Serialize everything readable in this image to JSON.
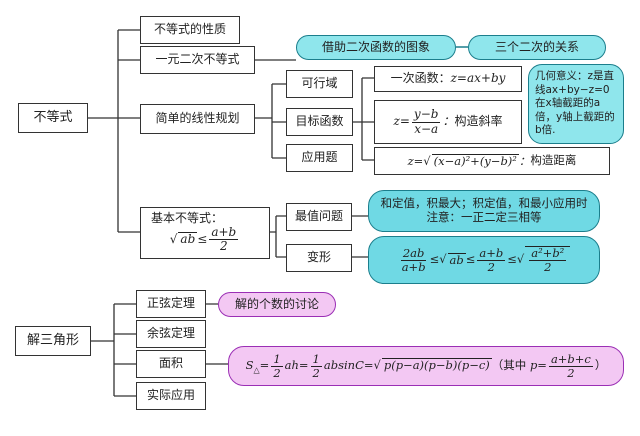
{
  "root_inequality": "不等式",
  "root_triangle": "解三角形",
  "ineq": {
    "properties": "不等式的性质",
    "quadratic": "一元二次不等式",
    "quad_note1": "借助二次函数的图象",
    "quad_note2": "三个二次的关系",
    "linear": "简单的线性规划",
    "feasible": "可行域",
    "objective": "目标函数",
    "application": "应用题",
    "linear_func_label": "一次函数：",
    "linear_func_expr": "z=ax+by",
    "geo_note": "几何意义：z是直线ax+by−z=0在x轴截距的a倍，y轴上截距的b倍.",
    "slope_num": "y−b",
    "slope_den": "x−a",
    "slope_label": "构造斜率",
    "dist_expr": "z=√((x−a)²+(y−b)²)",
    "dist_label": "构造距离",
    "basic_title": "基本不等式：",
    "basic_formula": "√ab ≤ (a+b)/2",
    "extreme": "最值问题",
    "extreme_note": "和定值，积最大；积定值，和最小应用时注意：一正二定三相等",
    "deform": "变形",
    "deform_formula": "2ab/(a+b) ≤ √ab ≤ (a+b)/2 ≤ √((a²+b²)/2)"
  },
  "tri": {
    "sine_law": "正弦定理",
    "sine_note": "解的个数的讨论",
    "cosine_law": "余弦定理",
    "area": "面积",
    "area_formula": "S△=½ah=½absinC=√(p(p−a)(p−b)(p−c))（其中 p=(a+b+c)/2）",
    "practical": "实际应用"
  },
  "colors": {
    "cyan_fill": "#8fe6ec",
    "cyan_border": "#1b7e8c",
    "pink_fill": "#f3c8f3",
    "pink_border": "#9b2fb5"
  }
}
